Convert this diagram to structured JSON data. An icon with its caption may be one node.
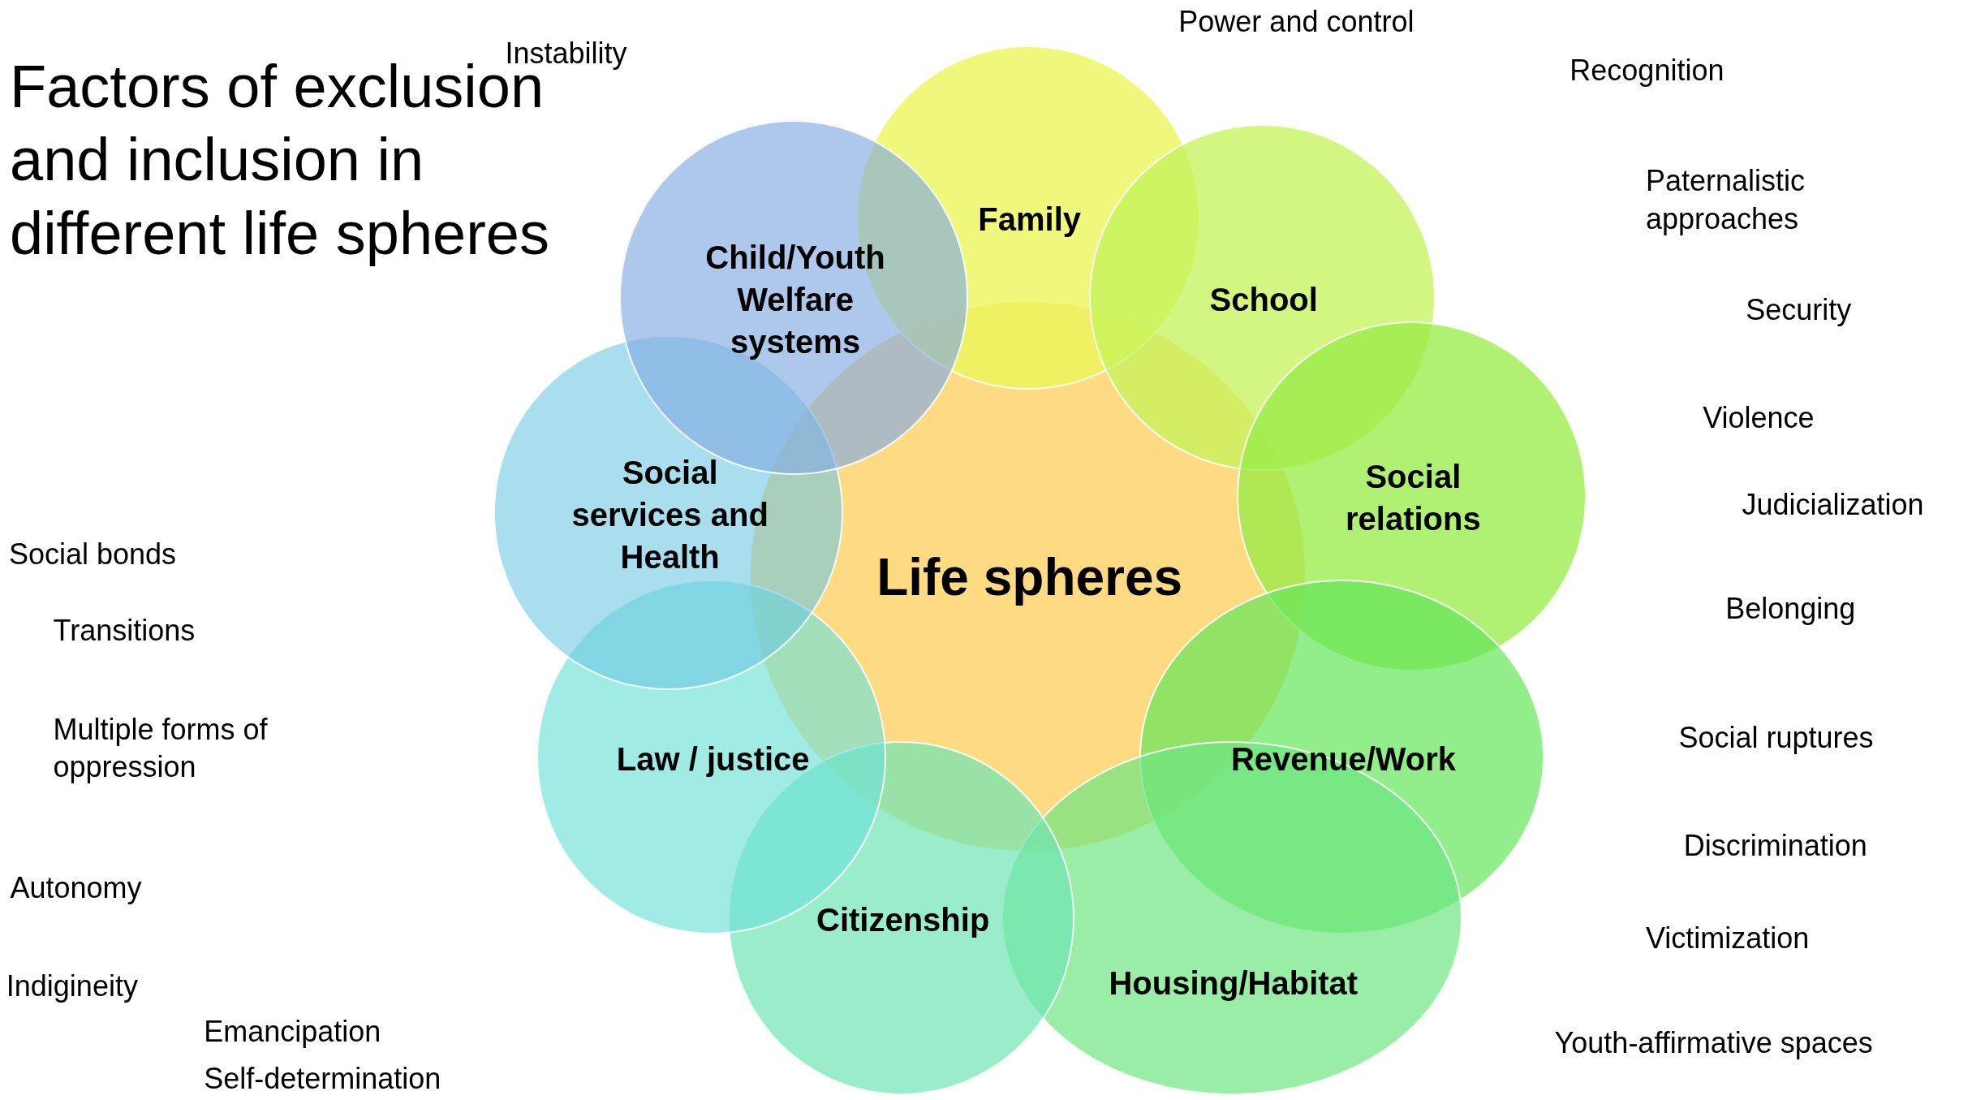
{
  "diagram": {
    "title": "Factors of exclusion and inclusion in different life spheres",
    "nodes": [
      {
        "text": [
          "Life spheres"
        ]
      },
      {
        "text": [
          "Family"
        ]
      },
      {
        "text": [
          "School"
        ]
      },
      {
        "text": [
          "Social relations"
        ]
      },
      {
        "text": [
          "Revenue/Work"
        ]
      },
      {
        "text": [
          "Housing/Habitat"
        ]
      },
      {
        "text": [
          "Citizenship"
        ]
      },
      {
        "text": [
          "Law / justice"
        ]
      },
      {
        "text": [
          "Social services and Health"
        ]
      },
      {
        "text": [
          "Child/Youth Welfare systems"
        ]
      }
    ],
    "edges": [],
    "labels": [
      "Instability",
      "Power and control",
      "Recognition",
      "Paternalistic approaches",
      "Security",
      "Violence",
      "Judicialization",
      "Social bonds",
      "Belonging",
      "Transitions",
      "Multiple forms of oppression",
      "Social ruptures",
      "Discrimination",
      "Autonomy",
      "Victimization",
      "Indigineity",
      "Emancipation",
      "Youth-affirmative spaces",
      "Self-determination"
    ]
  }
}
